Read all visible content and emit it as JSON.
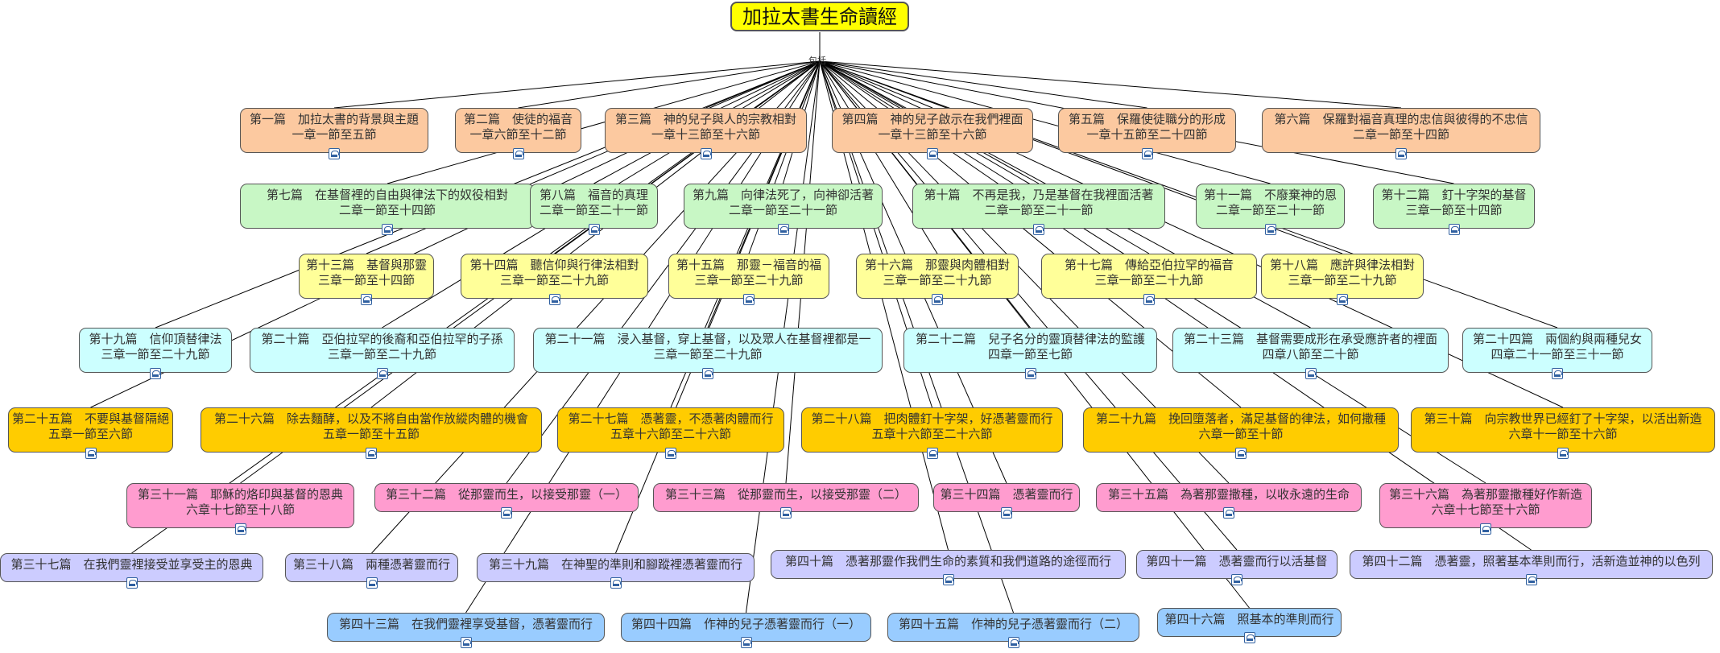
{
  "root": {
    "title": "加拉太書生命讀經",
    "color": "#ffff00"
  },
  "branch_label": "包括",
  "nodes": [
    {
      "id": 1,
      "line1": "第一篇　加拉太書的背景與主題",
      "line2": "一章一節至五節"
    },
    {
      "id": 2,
      "line1": "第二篇　使徒的福音",
      "line2": "一章六節至十二節"
    },
    {
      "id": 3,
      "line1": "第三篇　神的兒子與人的宗教相對",
      "line2": "一章十三節至十六節"
    },
    {
      "id": 4,
      "line1": "第四篇　神的兒子啟示在我們裡面",
      "line2": "一章十三節至十六節"
    },
    {
      "id": 5,
      "line1": "第五篇　保羅使徒職分的形成",
      "line2": "一章十五節至二十四節"
    },
    {
      "id": 6,
      "line1": "第六篇　保羅對福音真理的忠信與彼得的不忠信",
      "line2": "二章一節至十四節"
    },
    {
      "id": 7,
      "line1": "第七篇　在基督裡的自由與律法下的奴役相對",
      "line2": "二章一節至十四節"
    },
    {
      "id": 8,
      "line1": "第八篇　福音的真理",
      "line2": "二章一節至二十一節"
    },
    {
      "id": 9,
      "line1": "第九篇　向律法死了，向神卻活著",
      "line2": "二章一節至二十一節"
    },
    {
      "id": 10,
      "line1": "第十篇　不再是我，乃是基督在我裡面活著",
      "line2": "二章一節至二十一節"
    },
    {
      "id": 11,
      "line1": "第十一篇　不廢棄神的恩",
      "line2": "二章一節至二十一節"
    },
    {
      "id": 12,
      "line1": "第十二篇　釘十字架的基督",
      "line2": "三章一節至十四節"
    },
    {
      "id": 13,
      "line1": "第十三篇　基督與那靈",
      "line2": "三章一節至十四節"
    },
    {
      "id": 14,
      "line1": "第十四篇　聽信仰與行律法相對",
      "line2": "三章一節至二十九節"
    },
    {
      "id": 15,
      "line1": "第十五篇　那靈－福音的福",
      "line2": "三章一節至二十九節"
    },
    {
      "id": 16,
      "line1": "第十六篇　那靈與肉體相對",
      "line2": "三章一節至二十九節"
    },
    {
      "id": 17,
      "line1": "第十七篇　傳給亞伯拉罕的福音",
      "line2": "三章一節至二十九節"
    },
    {
      "id": 18,
      "line1": "第十八篇　應許與律法相對",
      "line2": "三章一節至二十九節"
    },
    {
      "id": 19,
      "line1": "第十九篇　信仰頂替律法",
      "line2": "三章一節至二十九節"
    },
    {
      "id": 20,
      "line1": "第二十篇　亞伯拉罕的後裔和亞伯拉罕的子孫",
      "line2": "三章一節至二十九節"
    },
    {
      "id": 21,
      "line1": "第二十一篇　浸入基督，穿上基督，以及眾人在基督裡都是一",
      "line2": "三章一節至二十九節"
    },
    {
      "id": 22,
      "line1": "第二十二篇　兒子名分的靈頂替律法的監護",
      "line2": "四章一節至七節"
    },
    {
      "id": 23,
      "line1": "第二十三篇　基督需要成形在承受應許者的裡面",
      "line2": "四章八節至二十節"
    },
    {
      "id": 24,
      "line1": "第二十四篇　兩個約與兩種兒女",
      "line2": "四章二十一節至三十一節"
    },
    {
      "id": 25,
      "line1": "第二十五篇　不要與基督隔絕",
      "line2": "五章一節至六節"
    },
    {
      "id": 26,
      "line1": "第二十六篇　除去麵酵，以及不將自由當作放縱肉體的機會",
      "line2": "五章一節至十五節"
    },
    {
      "id": 27,
      "line1": "第二十七篇　憑著靈，不憑著肉體而行",
      "line2": "五章十六節至二十六節"
    },
    {
      "id": 28,
      "line1": "第二十八篇　把肉體釘十字架，好憑著靈而行",
      "line2": "五章十六節至二十六節"
    },
    {
      "id": 29,
      "line1": "第二十九篇　挽回墮落者，滿足基督的律法，如何撒種",
      "line2": "六章一節至十節"
    },
    {
      "id": 30,
      "line1": "第三十篇　向宗教世界已經釘了十字架，以活出新造",
      "line2": "六章十一節至十六節"
    },
    {
      "id": 31,
      "line1": "第三十一篇　耶穌的烙印與基督的恩典",
      "line2": "六章十七節至十八節"
    },
    {
      "id": 32,
      "line1": "第三十二篇　從那靈而生，以接受那靈（一）",
      "line2": ""
    },
    {
      "id": 33,
      "line1": "第三十三篇　從那靈而生，以接受那靈（二）",
      "line2": ""
    },
    {
      "id": 34,
      "line1": "第三十四篇　憑著靈而行",
      "line2": ""
    },
    {
      "id": 35,
      "line1": "第三十五篇　為著那靈撒種，以收永遠的生命",
      "line2": ""
    },
    {
      "id": 36,
      "line1": "第三十六篇　為著那靈撒種好作新造",
      "line2": "六章十七節至十六節"
    },
    {
      "id": 37,
      "line1": "第三十七篇　在我們靈裡接受並享受主的恩典",
      "line2": ""
    },
    {
      "id": 38,
      "line1": "第三十八篇　兩種憑著靈而行",
      "line2": ""
    },
    {
      "id": 39,
      "line1": "第三十九篇　在神聖的準則和腳蹤裡憑著靈而行",
      "line2": ""
    },
    {
      "id": 40,
      "line1": "第四十篇　憑著那靈作我們生命的素質和我們道路的途徑而行",
      "line2": ""
    },
    {
      "id": 41,
      "line1": "第四十一篇　憑著靈而行以活基督",
      "line2": ""
    },
    {
      "id": 42,
      "line1": "第四十二篇　憑著靈，照著基本準則而行，活新造並神的以色列",
      "line2": ""
    },
    {
      "id": 43,
      "line1": "第四十三篇　在我們靈裡享受基督，憑著靈而行",
      "line2": ""
    },
    {
      "id": 44,
      "line1": "第四十四篇　作神的兒子憑著靈而行（一）",
      "line2": ""
    },
    {
      "id": 45,
      "line1": "第四十五篇　作神的兒子憑著靈而行（二）",
      "line2": ""
    },
    {
      "id": 46,
      "line1": "第四十六篇　照基本的準則而行",
      "line2": ""
    }
  ],
  "colors": {
    "c1": "#fcc9a0",
    "c2": "#c8f7c5",
    "c3": "#ffff99",
    "c4": "#ccffff",
    "c5": "#ffcc00",
    "c6": "#ff9ccf",
    "c7": "#ccccff",
    "c8": "#99ccff"
  }
}
